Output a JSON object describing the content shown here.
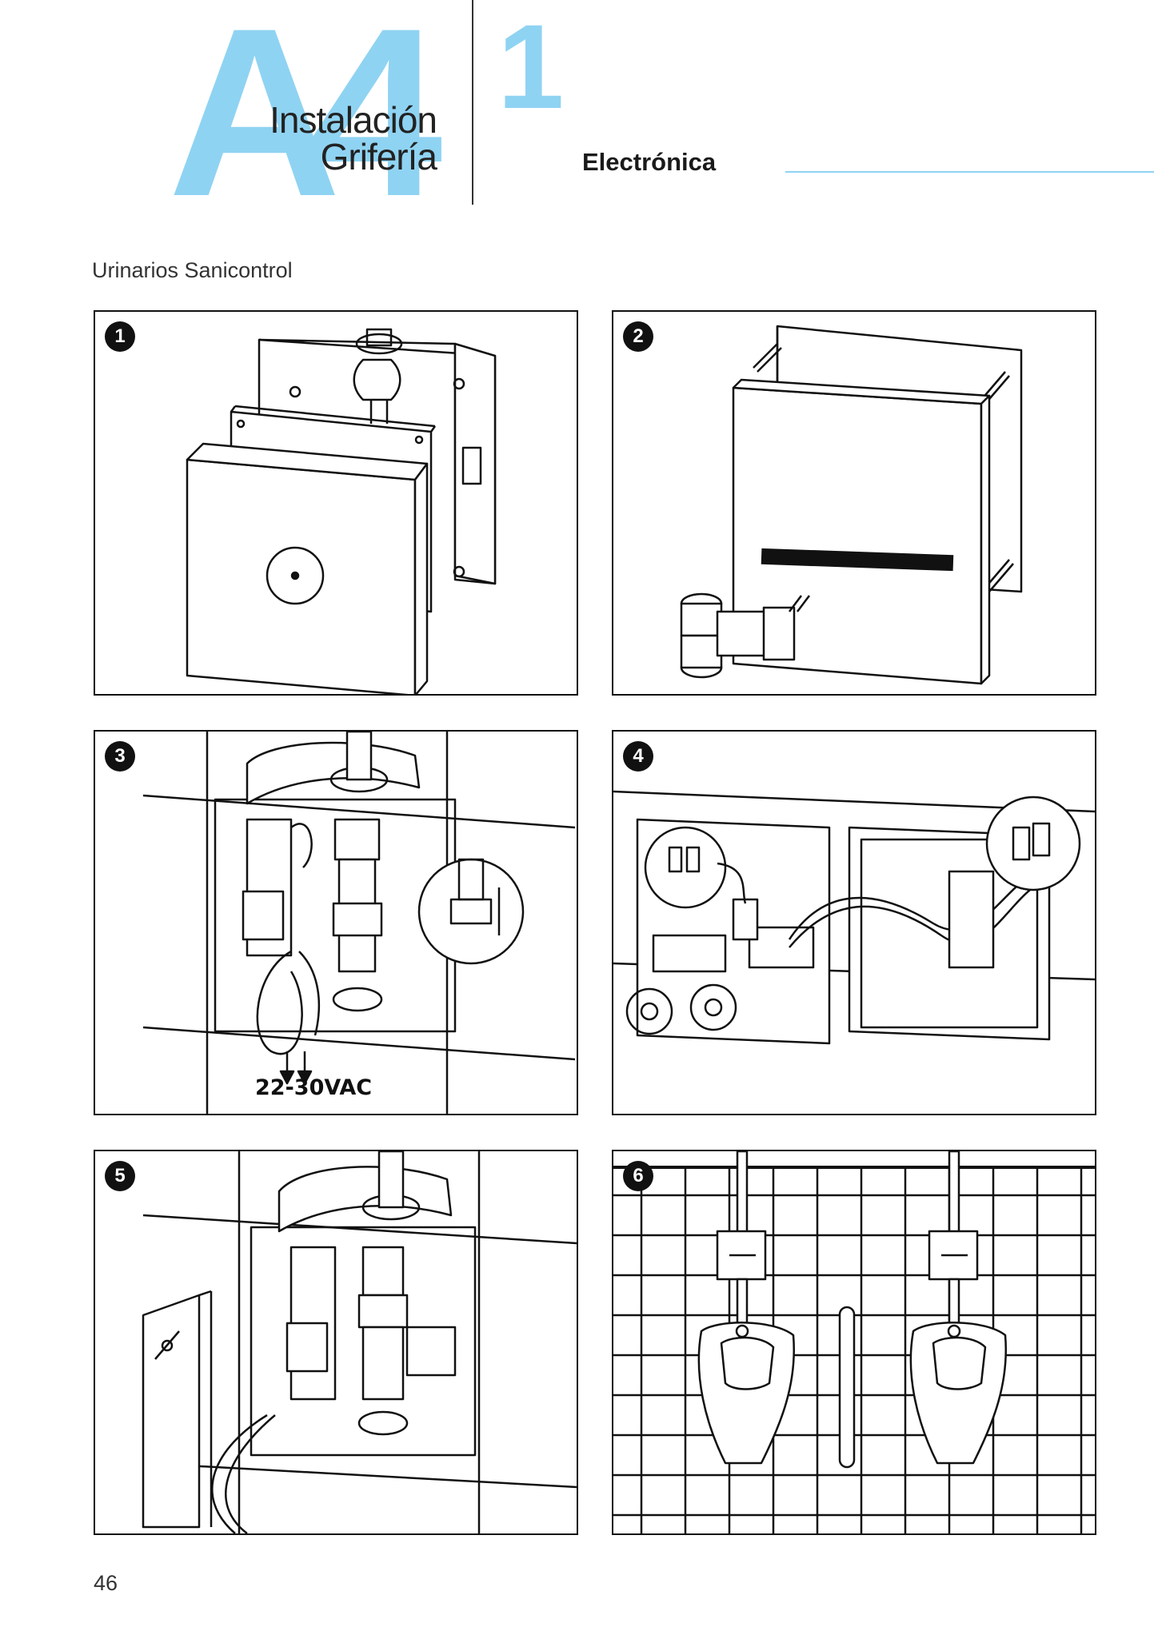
{
  "header": {
    "section_code": "A4",
    "section_title_line1": "Instalación",
    "section_title_line2": "Grifería",
    "chapter_number": "1",
    "chapter_name": "Electrónica",
    "accent_color": "#8fd3f2"
  },
  "subtitle": "Urinarios Sanicontrol",
  "panels": [
    {
      "step": "1"
    },
    {
      "step": "2"
    },
    {
      "step": "3",
      "label": "22-30VAC"
    },
    {
      "step": "4"
    },
    {
      "step": "5"
    },
    {
      "step": "6"
    }
  ],
  "page_number": "46"
}
